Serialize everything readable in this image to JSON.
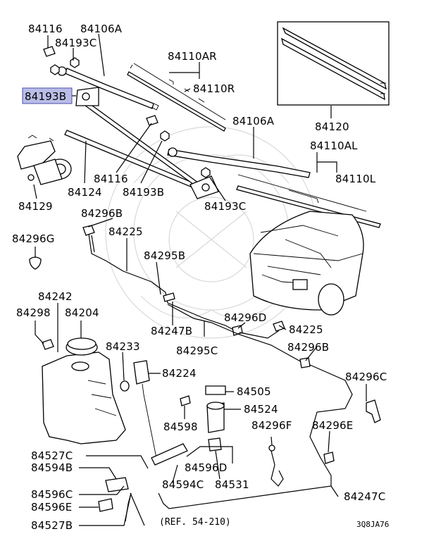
{
  "diagram": {
    "highlight_color": "#b9bde6",
    "highlighted_part": "84193B",
    "labels": {
      "p84116_top": "84116",
      "p84106A_top": "84106A",
      "p84193C_top": "84193C",
      "p84110AR": "84110AR",
      "p84193B_hl": "84193B",
      "p84110R": "84110R",
      "p84106A_right": "84106A",
      "p84120": "84120",
      "p84110AL": "84110AL",
      "p84116_mid": "84116",
      "p84110L": "84110L",
      "p84124": "84124",
      "p84193B_mid": "84193B",
      "p84129": "84129",
      "p84193C_mid": "84193C",
      "p84296B_top": "84296B",
      "p84225_top": "84225",
      "p84296G": "84296G",
      "p84295B": "84295B",
      "p84242": "84242",
      "p84298": "84298",
      "p84204": "84204",
      "p84296D": "84296D",
      "p84247B": "84247B",
      "p84225_mid": "84225",
      "p84233": "84233",
      "p84295C": "84295C",
      "p84296B_right": "84296B",
      "p84224": "84224",
      "p84296C": "84296C",
      "p84505": "84505",
      "p84524": "84524",
      "p84598": "84598",
      "p84296F": "84296F",
      "p84296E": "84296E",
      "p84527C": "84527C",
      "p84594B": "84594B",
      "p84596D": "84596D",
      "p84594C": "84594C",
      "p84531": "84531",
      "p84596C": "84596C",
      "p84247C": "84247C",
      "p84596E": "84596E",
      "p84527B": "84527B"
    },
    "reference": "(REF. 54-210)",
    "diagram_code": "3Q8JA76"
  }
}
